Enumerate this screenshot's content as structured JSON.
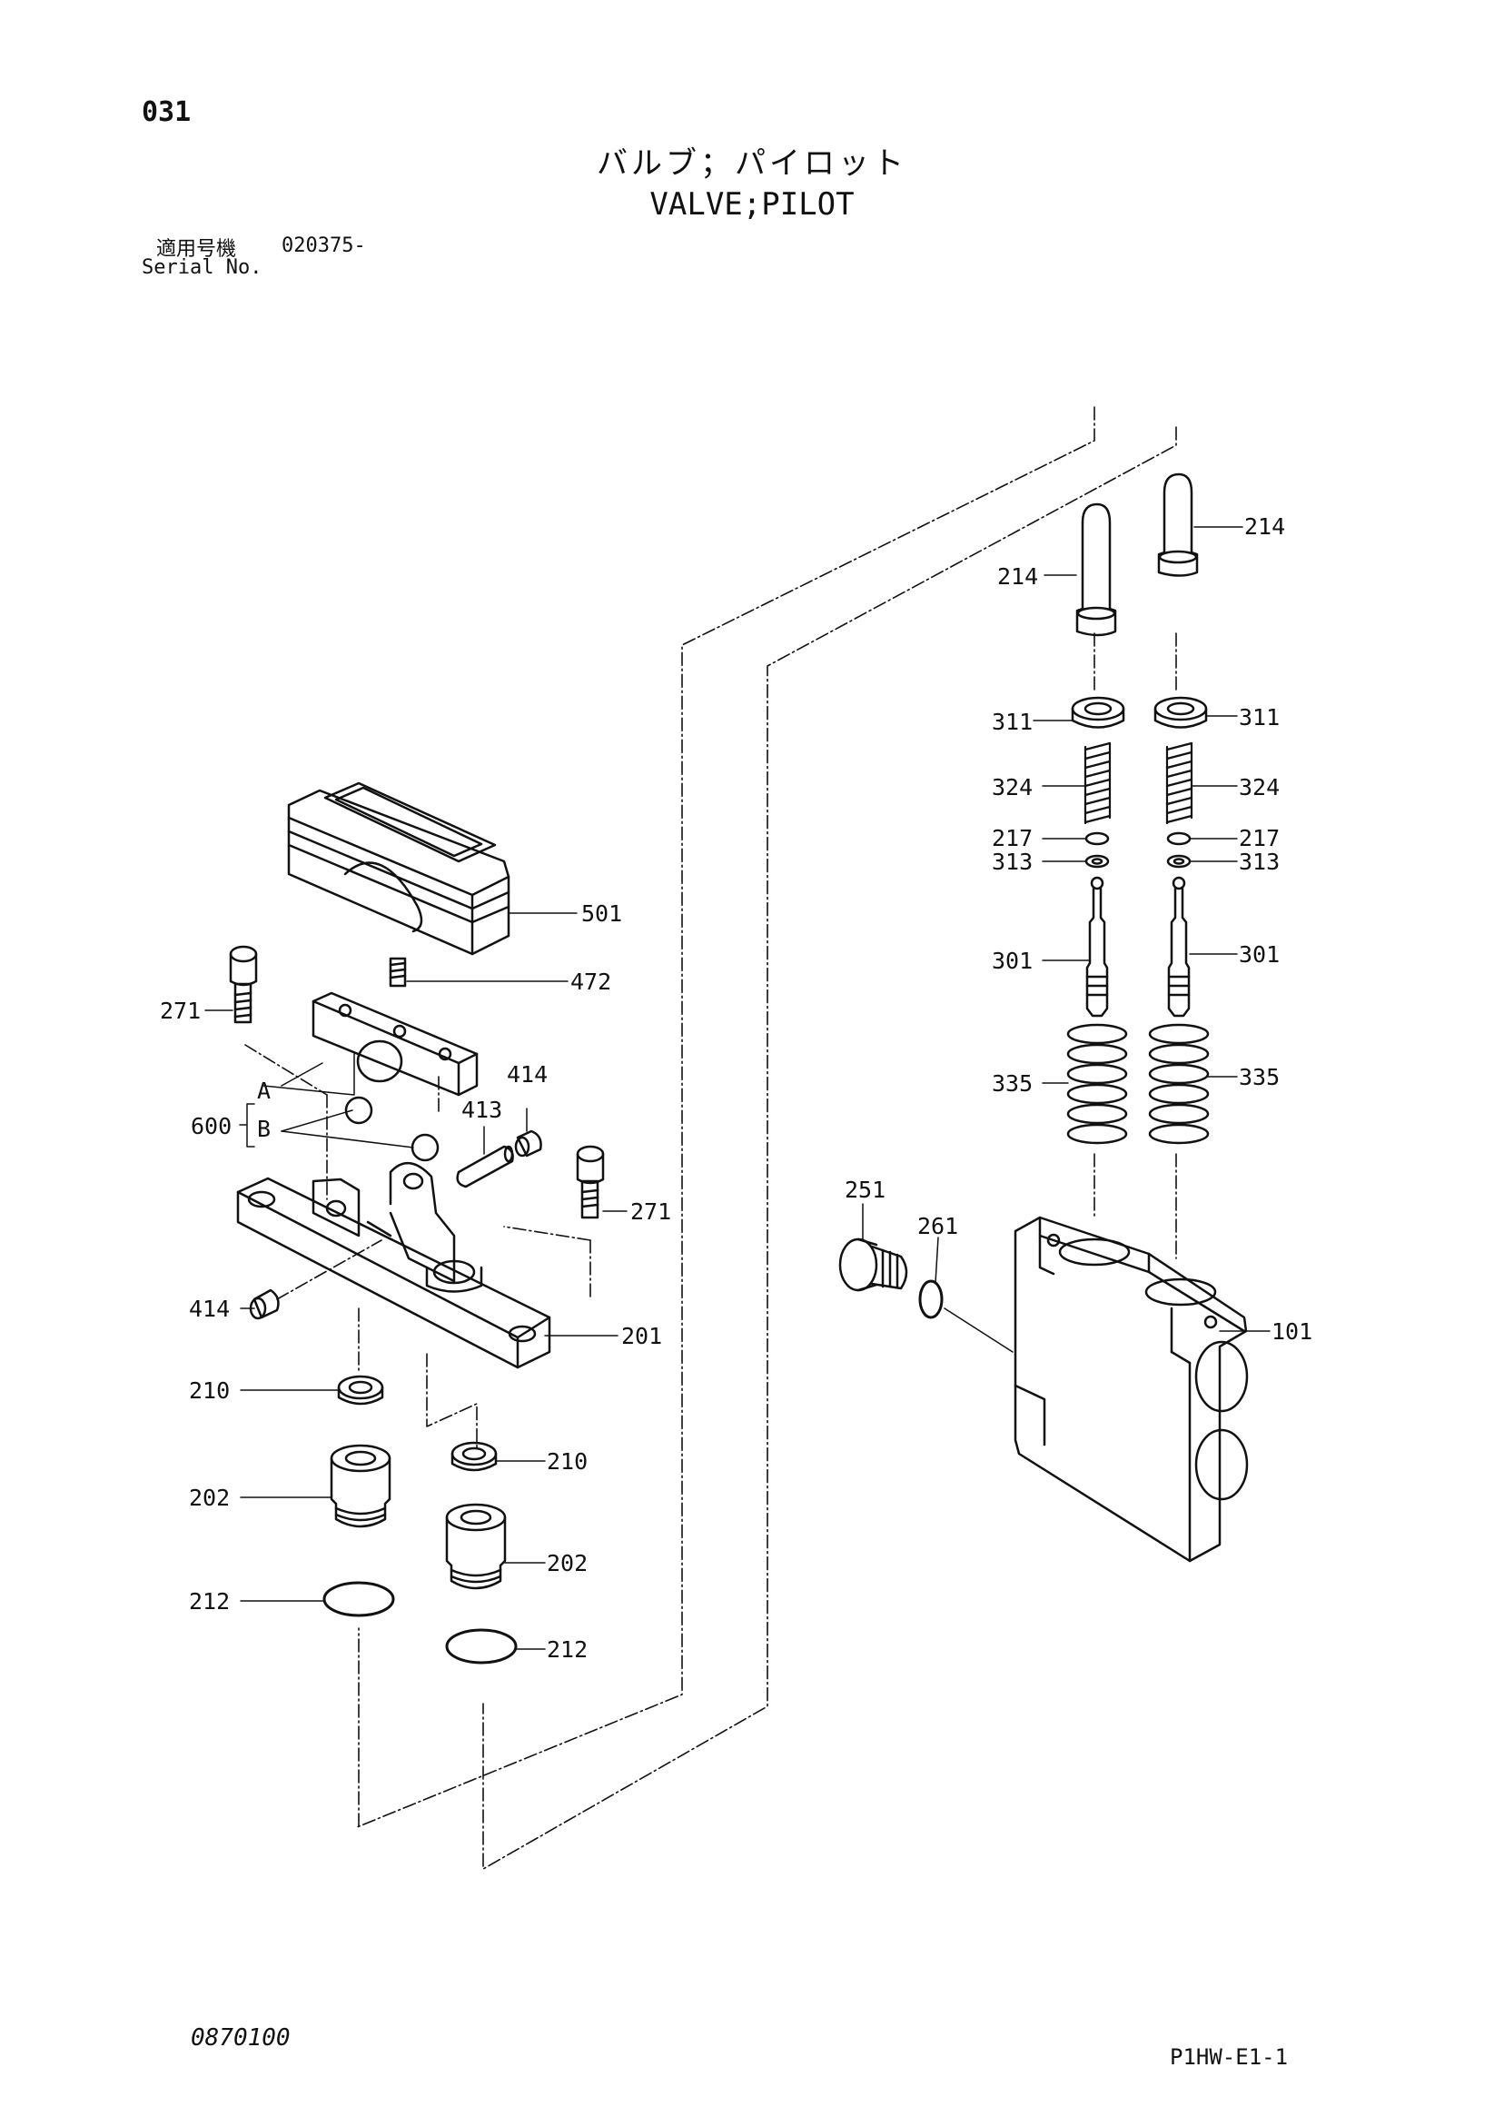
{
  "header": {
    "page_number": "031",
    "title_jp": "バルブ；パイロット",
    "title_en": "VALVE;PILOT",
    "serial_label_jp": "適用号機",
    "serial_value": "020375-",
    "serial_label_en": "Serial No."
  },
  "footer": {
    "doc_code": "0870100",
    "sheet_code": "P1HW-E1-1"
  },
  "callouts": {
    "p214_left": "214",
    "p214_right": "214",
    "p311_left": "311",
    "p311_right": "311",
    "p324_left": "324",
    "p324_right": "324",
    "p217_left": "217",
    "p217_right": "217",
    "p313_left": "313",
    "p313_right": "313",
    "p301_left": "301",
    "p301_right": "301",
    "p335_left": "335",
    "p335_right": "335",
    "p251": "251",
    "p261": "261",
    "p101": "101",
    "p501": "501",
    "p472": "472",
    "p271_top": "271",
    "p271_right": "271",
    "p414_top": "414",
    "p414_left": "414",
    "p413": "413",
    "p600": "600",
    "pA": "A",
    "pB": "B",
    "p201": "201",
    "p210_left": "210",
    "p210_right": "210",
    "p202_left": "202",
    "p202_right": "202",
    "p212_left": "212",
    "p212_right": "212"
  }
}
